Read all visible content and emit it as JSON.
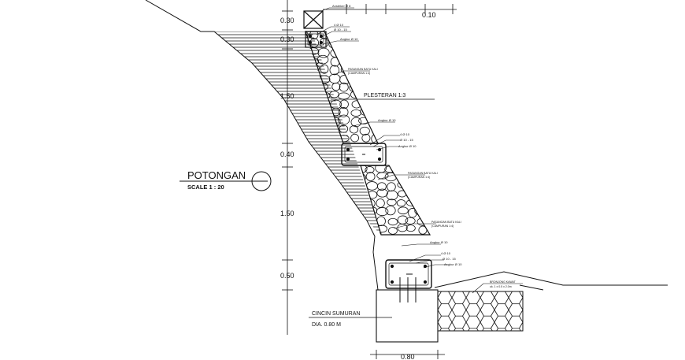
{
  "title": "POTONGAN",
  "scale": "SCALE  1 : 20",
  "dimensions": {
    "top_right": "0.10",
    "d1": "0.30",
    "d2": "0.30",
    "d3": "1.50",
    "d4": "0.40",
    "d5": "1.50",
    "d6": "0.50",
    "bottom": "0.80"
  },
  "callouts": {
    "plesteran": "PLESTERAN 1:3",
    "angkur_top": "Ansteker Ø 8",
    "c1a": "4 Ø 10",
    "c1b": "Ø 10 - 15",
    "c1c": "Angkur Ø 10",
    "pp1": "PASANGAN BATU KALI",
    "pp1b": "(CAMPURAN 1:4)",
    "c2a": "Angkur Ø 10",
    "c2b": "4 Ø 10",
    "c2c": "Ø 10 - 15",
    "c2d": "Angkur Ø 10",
    "pp2": "PASANGAN BATU KALI",
    "pp2b": "(CAMPURAN 1:4)",
    "pp3": "PASANGAN BATU KALI",
    "pp3b": "(CAMPURAN 1:4)",
    "c3a": "Angkur Ø 10",
    "c3b": "4 Ø 10",
    "c3c": "Ø 10 - 15",
    "c3d": "Angkur Ø 10",
    "gabion": "BRONJONG KAWAT",
    "gabion_b": "uk. 1 x 0.5 x 2.0m"
  },
  "ring": {
    "label": "CINCIN SUMURAN",
    "dia": "DIA. 0.80 M"
  },
  "colors": {
    "line": "#111111",
    "background": "#ffffff"
  }
}
